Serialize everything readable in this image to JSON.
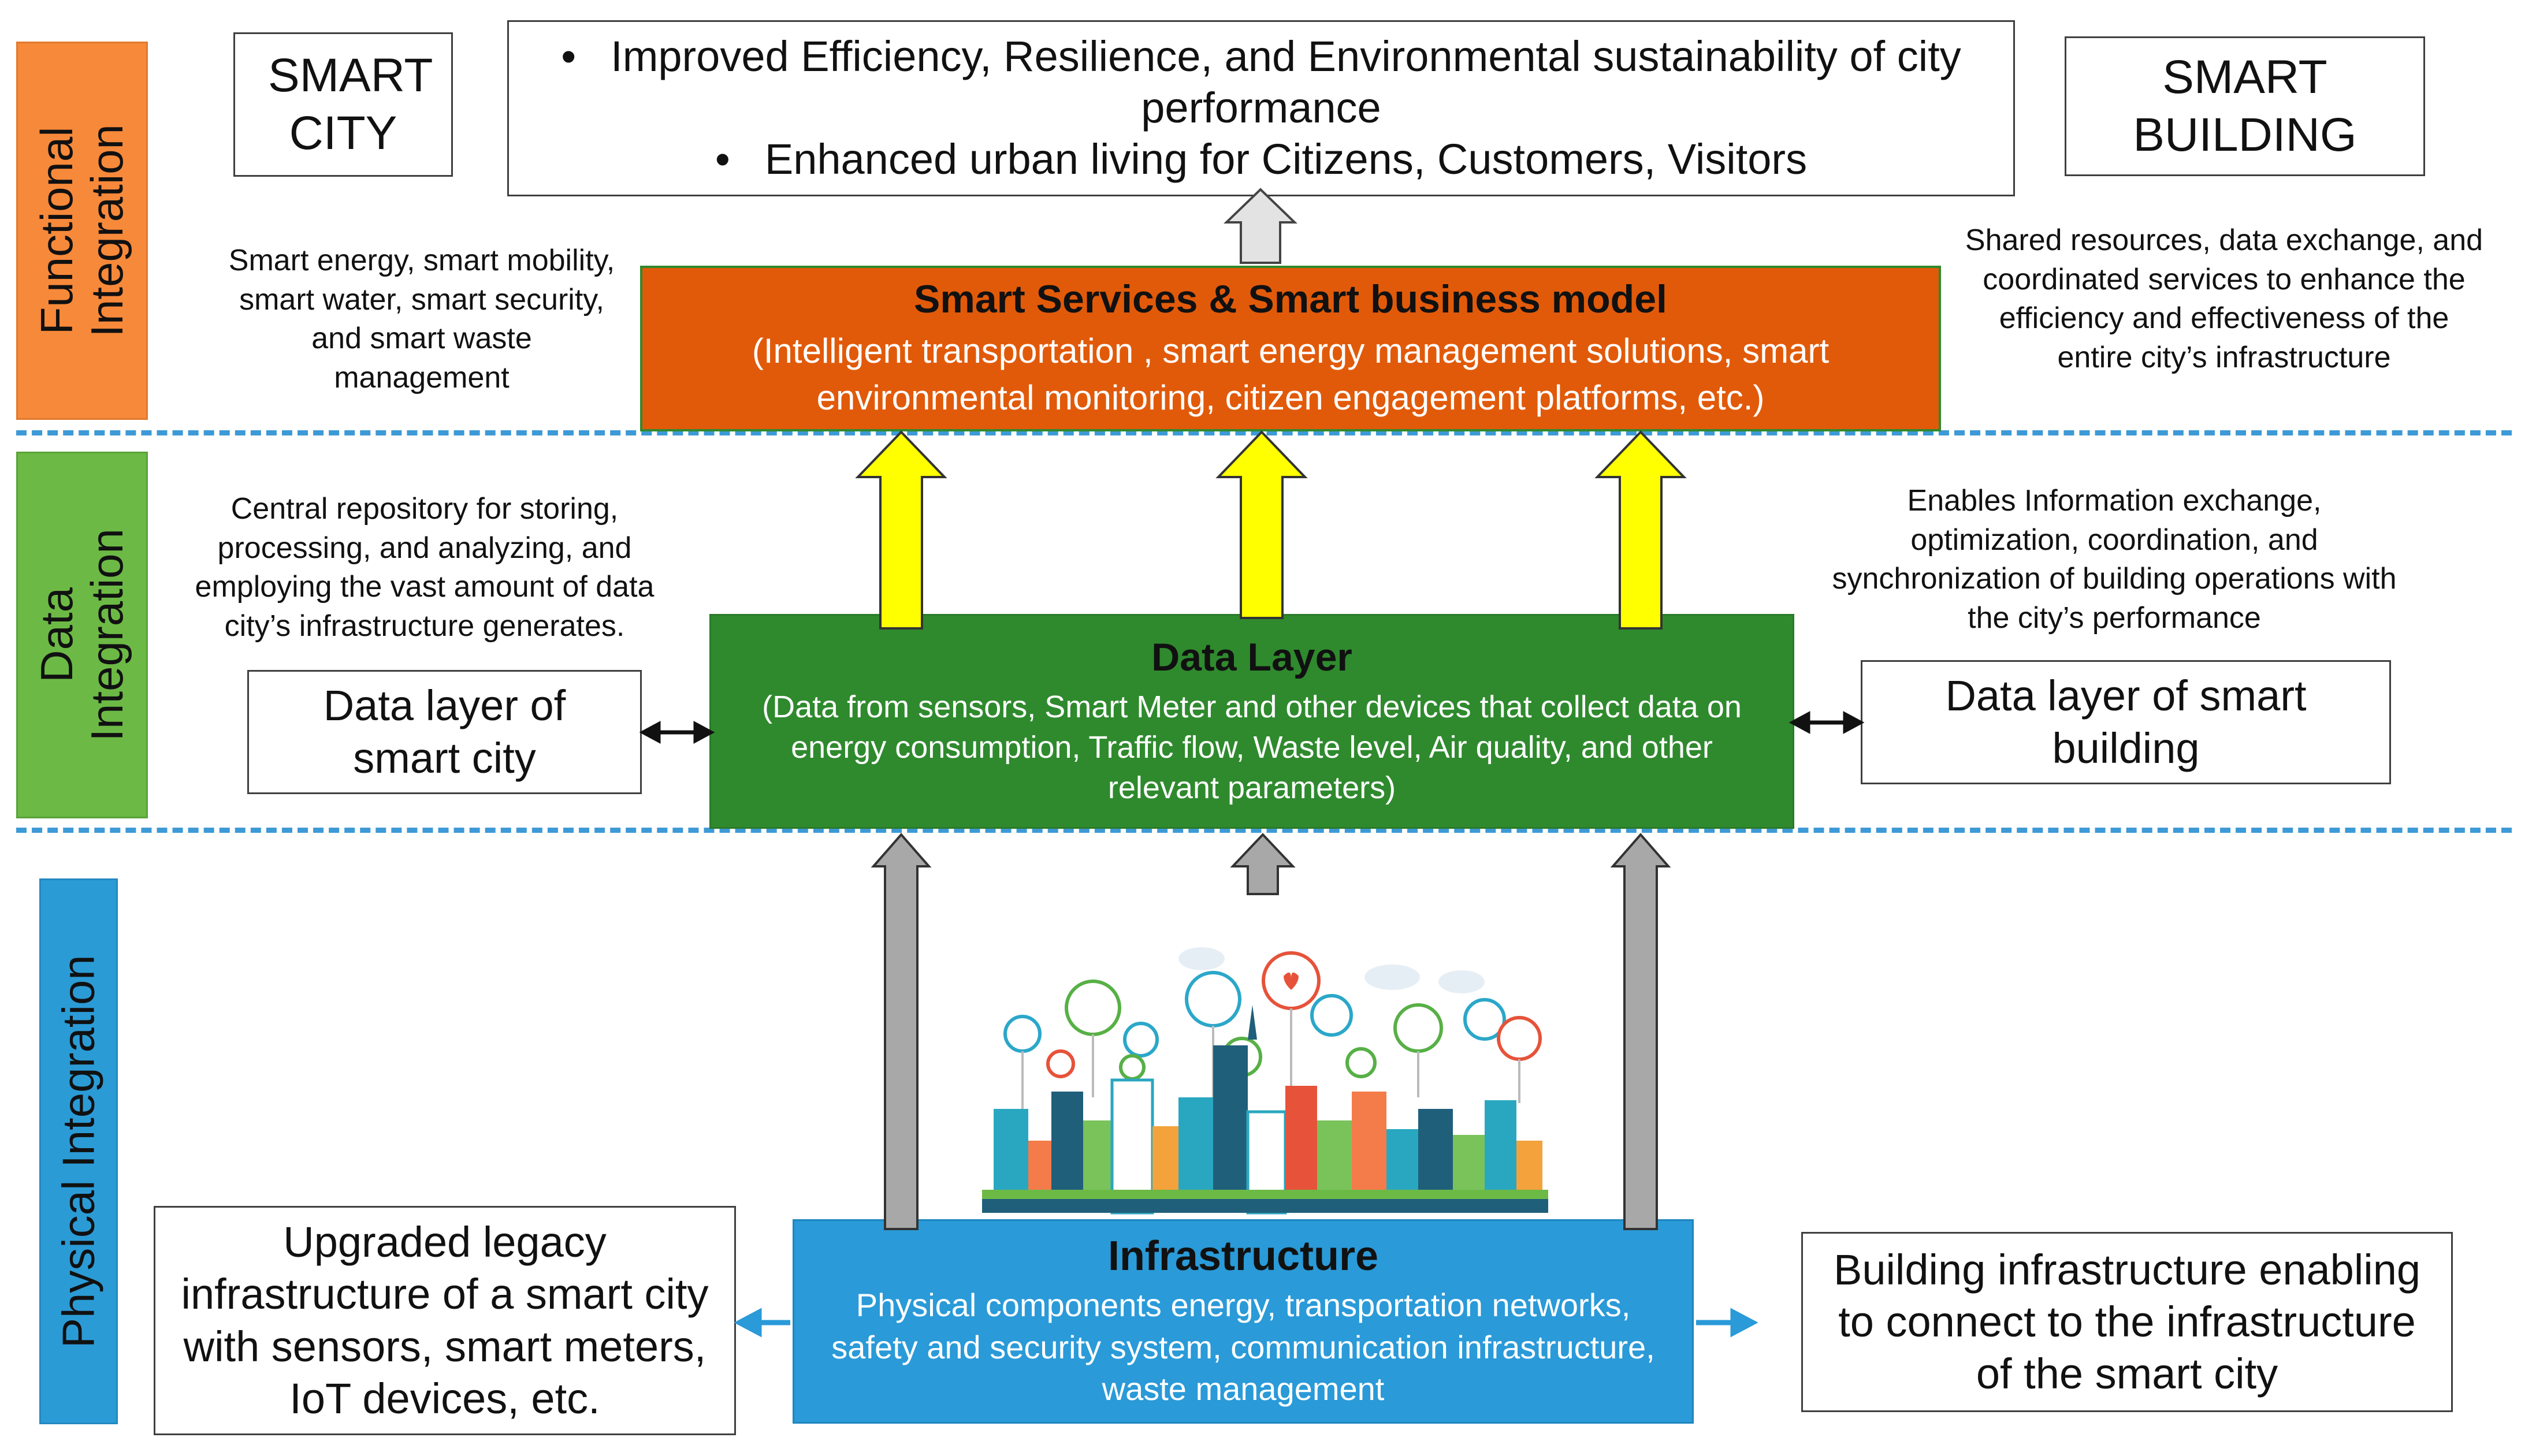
{
  "bands": {
    "functional": "Functional Integration",
    "data": "Data Integration",
    "physical": "Physical Integration"
  },
  "smart_city_label": "SMART CITY",
  "smart_building_label": "SMART BUILDING",
  "outcomes": {
    "bullets": [
      "Improved Efficiency, Resilience, and Environmental sustainability of city performance",
      "Enhanced urban living for Citizens, Customers, Visitors"
    ]
  },
  "notes": {
    "functional_left": "Smart energy, smart mobility, smart water, smart security, and smart waste management",
    "functional_right": "Shared resources, data exchange, and coordinated services to enhance the efficiency and effectiveness of the entire city’s infrastructure",
    "data_left": "Central repository for storing, processing, and analyzing, and employing the vast amount of data city’s infrastructure generates.",
    "data_right": "Enables Information exchange, optimization, coordination, and synchronization of building operations with the city’s performance"
  },
  "services": {
    "title": "Smart Services & Smart business model",
    "body": "(Intelligent transportation , smart energy management solutions, smart environmental monitoring, citizen engagement platforms, etc.)"
  },
  "data_layer": {
    "title": "Data Layer",
    "body": "(Data from sensors, Smart Meter and other devices that collect data on energy consumption, Traffic flow, Waste level, Air quality, and other relevant parameters)"
  },
  "data_layer_city": "Data layer of smart city",
  "data_layer_building": "Data layer of smart building",
  "infrastructure": {
    "title": "Infrastructure",
    "body": "Physical components energy, transportation networks, safety and security system, communication infrastructure, waste management"
  },
  "legacy_infra": "Upgraded legacy infrastructure of a smart city with sensors, smart meters, IoT devices, etc.",
  "building_infra": "Building infrastructure enabling to connect to the infrastructure of the smart city",
  "colors": {
    "functional_band": "#f7893a",
    "data_band": "#6cba45",
    "physical_band": "#2b9bd6",
    "services_fill": "#e15a0a",
    "data_layer_fill": "#2f8a2e",
    "infrastructure_fill": "#2a9ad8",
    "yellow_arrow": "#ffff00",
    "gray_arrow": "#bfbfbf",
    "divider": "#3d9ad6"
  },
  "icons": [
    "smart-city-skyline-illustration",
    "up-arrow",
    "double-headed-arrow",
    "left-arrow",
    "right-arrow"
  ]
}
